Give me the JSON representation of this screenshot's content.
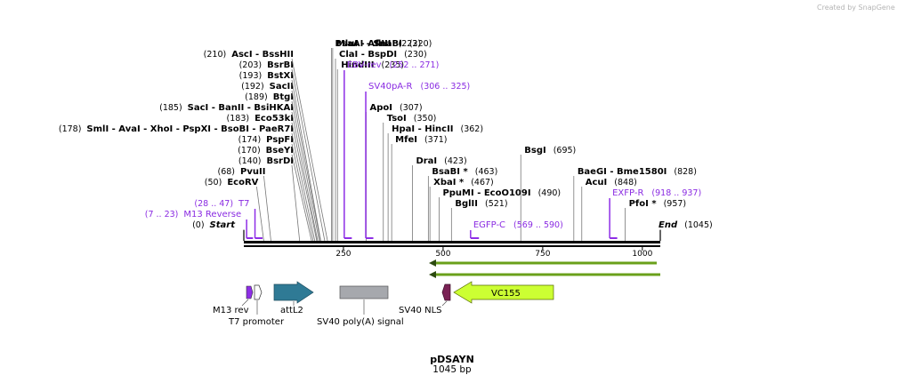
{
  "watermark": "Created by SnapGene",
  "plasmid": {
    "name": "pDSAYN",
    "length": "1045 bp"
  },
  "scale": {
    "total_bp": 1045,
    "ticks": [
      "250",
      "500",
      "750",
      "1000"
    ]
  },
  "sites": [
    {
      "label": "Start",
      "coord": "(0)",
      "italic": true,
      "pos": 0,
      "row": 0
    },
    {
      "label": "PvuII",
      "coord": "(68)",
      "pos": 68,
      "row": 5
    },
    {
      "label": "EcoRV",
      "coord": "(50)",
      "pos": 50,
      "row": 4
    },
    {
      "label": "BsrDI",
      "coord": "(140)",
      "pos": 140,
      "row": 6
    },
    {
      "label": "BseYI",
      "coord": "(170)",
      "pos": 170,
      "row": 7
    },
    {
      "label": "PspFI",
      "coord": "(174)",
      "pos": 174,
      "row": 8
    },
    {
      "label": "SmlI - AvaI - XhoI - PspXI - BsoBI - PaeR7I",
      "coord": "(178)",
      "pos": 178,
      "row": 9
    },
    {
      "label": "Eco53kI",
      "coord": "(183)",
      "pos": 183,
      "row": 10
    },
    {
      "label": "SacI - BanII - BsiHKAI",
      "coord": "(185)",
      "pos": 185,
      "row": 11
    },
    {
      "label": "BtgI",
      "coord": "(189)",
      "pos": 189,
      "row": 12
    },
    {
      "label": "SacII",
      "coord": "(192)",
      "pos": 192,
      "row": 13
    },
    {
      "label": "BstXI",
      "coord": "(193)",
      "pos": 193,
      "row": 14
    },
    {
      "label": "BsrBI",
      "coord": "(203)",
      "pos": 203,
      "row": 15
    },
    {
      "label": "AscI - BssHII",
      "coord": "(210)",
      "pos": 210,
      "row": 16
    },
    {
      "label": "BsaAI - SnaBI",
      "coord": "(220)",
      "pos": 220,
      "row": 17
    },
    {
      "label": "MluI - AflIII",
      "coord": "(223)",
      "pos": 223,
      "row": 17
    },
    {
      "label": "ClaI - BspDI",
      "coord": "(230)",
      "pos": 230,
      "row": 16
    },
    {
      "label": "HindIII",
      "coord": "(235)",
      "pos": 235,
      "row": 15
    },
    {
      "label": "ApoI",
      "coord": "(307)",
      "pos": 307,
      "row": 11
    },
    {
      "label": "TsoI",
      "coord": "(350)",
      "pos": 350,
      "row": 10
    },
    {
      "label": "HpaI - HincII",
      "coord": "(362)",
      "pos": 362,
      "row": 9
    },
    {
      "label": "MfeI",
      "coord": "(371)",
      "pos": 371,
      "row": 8
    },
    {
      "label": "DraI",
      "coord": "(423)",
      "pos": 423,
      "row": 6
    },
    {
      "label": "BsaBI *",
      "coord": "(463)",
      "pos": 463,
      "row": 5
    },
    {
      "label": "XbaI *",
      "coord": "(467)",
      "pos": 467,
      "row": 4
    },
    {
      "label": "PpuMI - EcoO109I",
      "coord": "(490)",
      "pos": 490,
      "row": 3
    },
    {
      "label": "BglII",
      "coord": "(521)",
      "pos": 521,
      "row": 2
    },
    {
      "label": "BsgI",
      "coord": "(695)",
      "pos": 695,
      "row": 7
    },
    {
      "label": "BaeGI - Bme1580I",
      "coord": "(828)",
      "pos": 828,
      "row": 5
    },
    {
      "label": "AcuI",
      "coord": "(848)",
      "pos": 848,
      "row": 4
    },
    {
      "label": "PfoI *",
      "coord": "(957)",
      "pos": 957,
      "row": 2
    },
    {
      "label": "End",
      "coord": "(1045)",
      "italic": true,
      "pos": 1045,
      "row": 0
    }
  ],
  "primers": [
    {
      "label": "M13 Reverse",
      "range": "(7 .. 23)",
      "start": 7,
      "end": 23,
      "row": 1
    },
    {
      "label": "T7",
      "range": "(28 .. 47)",
      "start": 28,
      "end": 47,
      "row": 2
    },
    {
      "label": "EBV-rev",
      "range": "(252 .. 271)",
      "start": 252,
      "end": 271,
      "row": 15
    },
    {
      "label": "SV40pA-R",
      "range": "(306 .. 325)",
      "start": 306,
      "end": 325,
      "row": 13
    },
    {
      "label": "EGFP-C",
      "range": "(569 .. 590)",
      "start": 569,
      "end": 590,
      "row": 0
    },
    {
      "label": "EXFP-R",
      "range": "(918 .. 937)",
      "start": 918,
      "end": 937,
      "row": 3
    }
  ],
  "features": [
    {
      "label": "M13 rev",
      "color": "#8e2ee6"
    },
    {
      "label": "T7 promoter",
      "color": "#ffffff"
    },
    {
      "label": "attL2",
      "color": "#2f7a95"
    },
    {
      "label": "SV40 poly(A) signal",
      "color": "#a6a8ad"
    },
    {
      "label": "SV40 NLS",
      "color": "#7a2255"
    },
    {
      "label": "VC155",
      "color": "#ccff33"
    }
  ],
  "colors": {
    "primer": "#8e2ee6",
    "orf": "#6aa01a"
  }
}
